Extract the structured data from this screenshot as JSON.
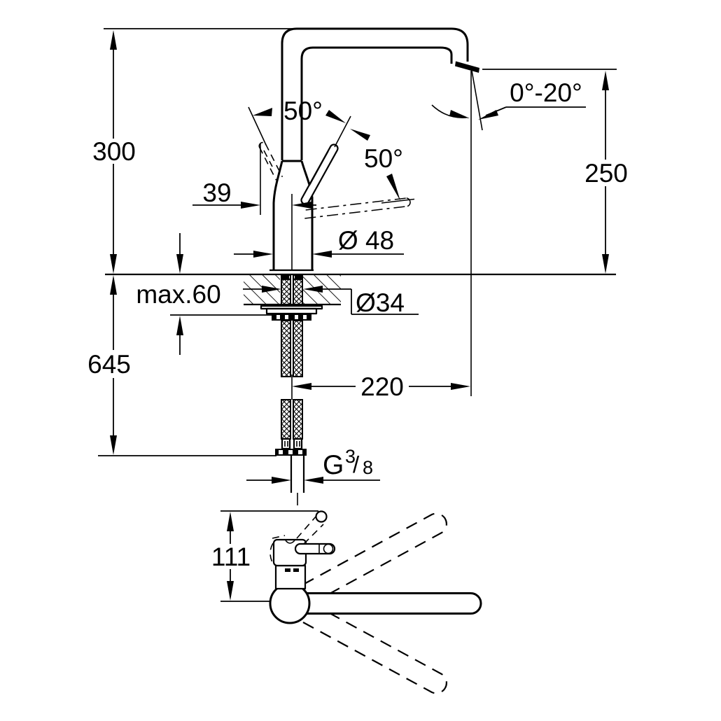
{
  "colors": {
    "line": "#000000",
    "background": "#ffffff"
  },
  "front_view": {
    "height_to_spout_top": "300",
    "spout_outlet_height": "250",
    "spout_tilt_range": "0°-20°",
    "lever_angle_left": "50°",
    "lever_angle_right": "50°",
    "lever_offset": "39",
    "body_diameter": "Ø 48",
    "counter_max_thickness": "max.60",
    "hole_diameter": "Ø34",
    "hose_length": "645",
    "spout_reach": "220",
    "thread": {
      "g": "G",
      "numerator": "3",
      "slash": "/",
      "denominator": "8"
    }
  },
  "top_view": {
    "handle_projection": "111"
  }
}
